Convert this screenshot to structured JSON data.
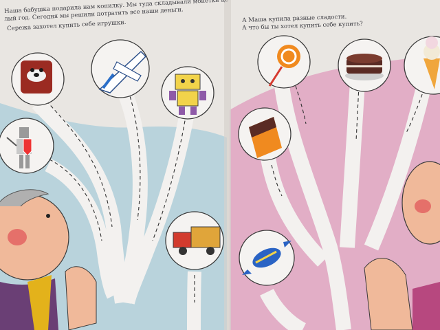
{
  "left_page": {
    "text_line_1": "Наша бабушка подарила нам копилку. Мы туда складывали монетки це-",
    "text_line_2": "лый год. Сегодня мы решили потратить все наши деньги.",
    "text_line_3": "Сережа захотел купить себе игрушки.",
    "toys": [
      "dog-toy",
      "airplane-toy",
      "robot-toy",
      "knight-toy",
      "truck-toy"
    ]
  },
  "right_page": {
    "text_line_1": "А Маша купила разные сладости.",
    "text_line_2": "А что бы ты хотел купить себе купить?",
    "sweets": [
      "lollipop",
      "cake",
      "ice-cream",
      "chocolate-bar",
      "candy"
    ]
  },
  "colors": {
    "left_background": "#b9d3dc",
    "right_background": "#e2aec6",
    "paper": "#efecea",
    "path_fill": "#f3f1ef",
    "outline": "#3a3a3a"
  }
}
